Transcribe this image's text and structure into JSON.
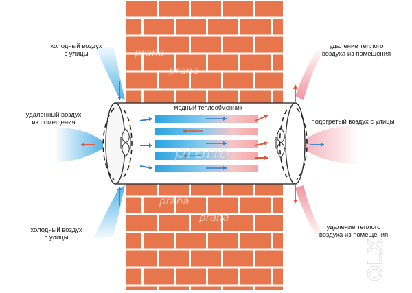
{
  "labels": {
    "cold_air_top": [
      "холодный воздух",
      "с улицы"
    ],
    "cold_air_bottom": [
      "холодный воздух",
      "с улицы"
    ],
    "removed_air": [
      "удаленный воздух",
      "из помещения"
    ],
    "warm_removal_top": [
      "удаление теплого",
      "воздуха из помещения"
    ],
    "warm_removal_bottom": [
      "удаление теплого",
      "воздуха из помещения"
    ],
    "heated_air": "подогретый воздух с улицы",
    "exchanger": "медный теплообменник"
  },
  "watermarks": {
    "brand": "prana",
    "site": "OLX"
  },
  "colors": {
    "brick": "#e8764c",
    "mortar": "#ffffff",
    "cold": "#3aa6e0",
    "warm": "#f06a4a",
    "arrow_blue": "#2f7fd6",
    "arrow_red": "#e8502e"
  }
}
